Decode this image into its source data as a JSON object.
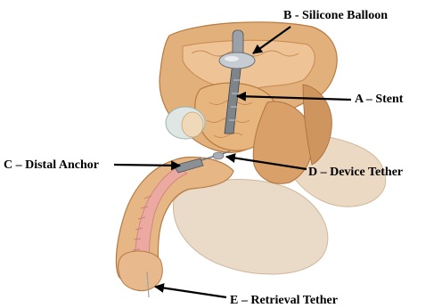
{
  "labels": {
    "b": "B - Silicone Balloon",
    "a": "A – Stent",
    "c": "C – Distal Anchor",
    "d": "D – Device Tether",
    "e": "E – Retrieval Tether"
  },
  "colors": {
    "tissue": "#e2b07a",
    "tissue_dark": "#c9884f",
    "tissue_light": "#f0cfa0",
    "mucosa_pink": "#e9a9a5",
    "skin": "#f1dcc6",
    "skin_shadow": "#d9bea1",
    "device_metal": "#8a9096",
    "balloon_silver": "#c6ccd2",
    "arrow": "#000000"
  }
}
